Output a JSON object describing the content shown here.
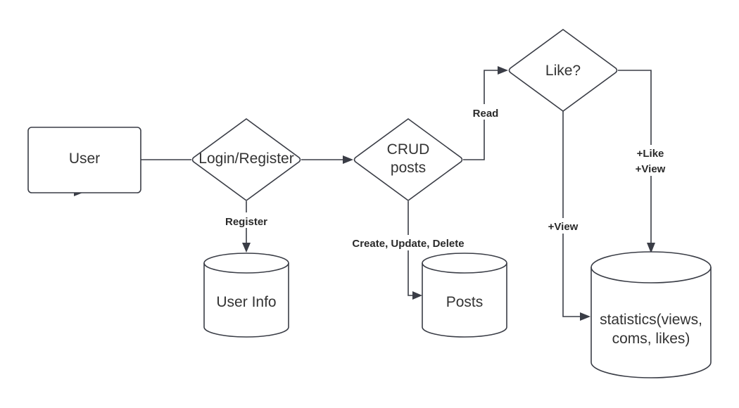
{
  "colors": {
    "stroke": "#3a3d46",
    "fill": "#ffffff",
    "text": "#333333"
  },
  "nodes": {
    "user": "User",
    "login_register": "Login/Register",
    "crud_posts_line1": "CRUD",
    "crud_posts_line2": "posts",
    "like": "Like?",
    "user_info": "User Info",
    "posts": "Posts",
    "statistics_line1": "statistics(views,",
    "statistics_line2": "coms, likes)"
  },
  "edges": {
    "register": "Register",
    "create_update_delete": "Create, Update, Delete",
    "read": "Read",
    "like_view_line1": "+Like",
    "like_view_line2": "+View",
    "view": "+View"
  }
}
